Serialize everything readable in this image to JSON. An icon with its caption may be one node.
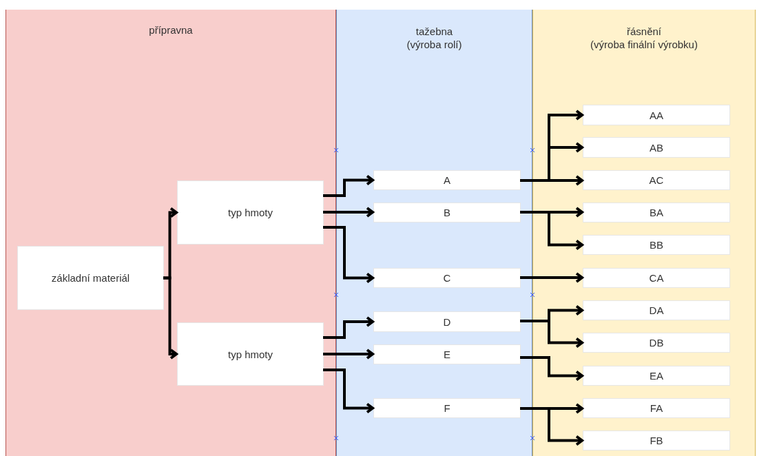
{
  "diagram": {
    "nodes": [
      {
        "text": [
          "přípravna"
        ]
      },
      {
        "text": [
          "tažebna",
          "(výroba rolí)"
        ]
      },
      {
        "text": [
          "řásnění",
          "(výroba finální výrobku)"
        ]
      },
      {
        "text": [
          "základní materiál"
        ],
        "in": 0
      },
      {
        "text": [
          "typ hmoty"
        ],
        "in": 0
      },
      {
        "text": [
          "typ hmoty"
        ],
        "in": 0
      },
      {
        "text": [
          "A"
        ],
        "in": 1
      },
      {
        "text": [
          "B"
        ],
        "in": 1
      },
      {
        "text": [
          "C"
        ],
        "in": 1
      },
      {
        "text": [
          "D"
        ],
        "in": 1
      },
      {
        "text": [
          "E"
        ],
        "in": 1
      },
      {
        "text": [
          "F"
        ],
        "in": 1
      },
      {
        "text": [
          "AA"
        ],
        "in": 2
      },
      {
        "text": [
          "AB"
        ],
        "in": 2
      },
      {
        "text": [
          "AC"
        ],
        "in": 2
      },
      {
        "text": [
          "BA"
        ],
        "in": 2
      },
      {
        "text": [
          "BB"
        ],
        "in": 2
      },
      {
        "text": [
          "CA"
        ],
        "in": 2
      },
      {
        "text": [
          "DA"
        ],
        "in": 2
      },
      {
        "text": [
          "DB"
        ],
        "in": 2
      },
      {
        "text": [
          "EA"
        ],
        "in": 2
      },
      {
        "text": [
          "FA"
        ],
        "in": 2
      },
      {
        "text": [
          "FB"
        ],
        "in": 2
      }
    ],
    "edges": [
      {
        "from": 3,
        "to": 4,
        "arrow": "to"
      },
      {
        "from": 3,
        "to": 5,
        "arrow": "to"
      },
      {
        "from": 4,
        "to": 6,
        "arrow": "to"
      },
      {
        "from": 4,
        "to": 7,
        "arrow": "to"
      },
      {
        "from": 4,
        "to": 8,
        "arrow": "to"
      },
      {
        "from": 5,
        "to": 9,
        "arrow": "to"
      },
      {
        "from": 5,
        "to": 10,
        "arrow": "to"
      },
      {
        "from": 5,
        "to": 11,
        "arrow": "to"
      },
      {
        "from": 6,
        "to": 12,
        "arrow": "to"
      },
      {
        "from": 6,
        "to": 13,
        "arrow": "to"
      },
      {
        "from": 6,
        "to": 14,
        "arrow": "to"
      },
      {
        "from": 7,
        "to": 15,
        "arrow": "to"
      },
      {
        "from": 7,
        "to": 16,
        "arrow": "to"
      },
      {
        "from": 8,
        "to": 17,
        "arrow": "to"
      },
      {
        "from": 9,
        "to": 18,
        "arrow": "to"
      },
      {
        "from": 9,
        "to": 19,
        "arrow": "to"
      },
      {
        "from": 10,
        "to": 20,
        "arrow": "to"
      },
      {
        "from": 11,
        "to": 21,
        "arrow": "to"
      },
      {
        "from": 11,
        "to": 22,
        "arrow": "to"
      }
    ]
  }
}
